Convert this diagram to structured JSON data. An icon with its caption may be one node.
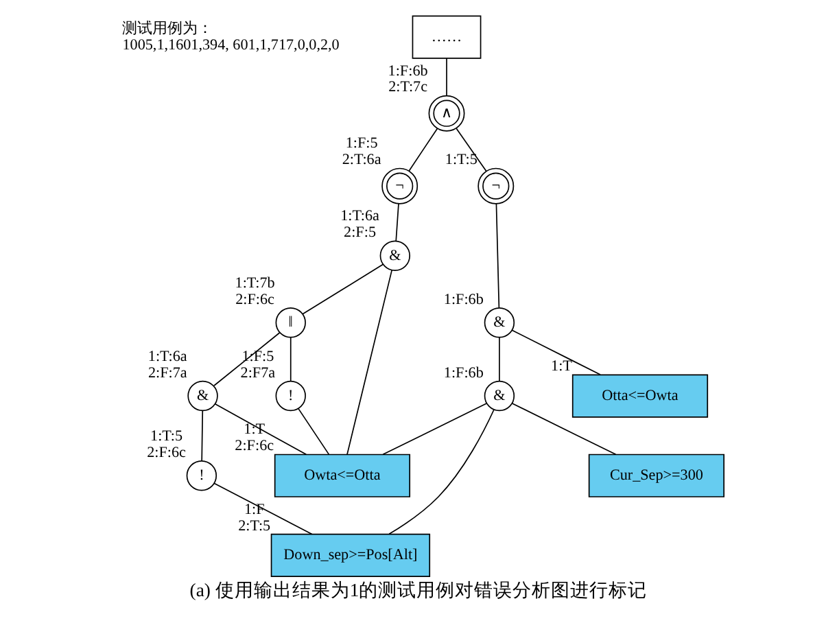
{
  "diagram": {
    "caption": "(a) 使用输出结果为1的测试用例对错误分析图进行标记",
    "nodes": [
      {
        "text": [
          "……"
        ]
      },
      {
        "text": [
          "∧"
        ],
        "beside": [
          "1:F:6b",
          "2:T:7c"
        ]
      },
      {
        "text": [
          "¬"
        ],
        "beside": [
          "1:F:5",
          "2:T:6a"
        ]
      },
      {
        "text": [
          "¬"
        ],
        "beside": [
          "1:T:5"
        ]
      },
      {
        "text": [
          "&"
        ],
        "beside": [
          "1:T:6a",
          "2:F:5"
        ]
      },
      {
        "text": [
          "‖"
        ],
        "beside": [
          "1:T:7b",
          "2:F:6c"
        ]
      },
      {
        "text": [
          "&"
        ],
        "beside": [
          "1:F:6b"
        ]
      },
      {
        "text": [
          "&"
        ],
        "beside": [
          "1:T:6a",
          "2:F:7a"
        ]
      },
      {
        "text": [
          "!"
        ],
        "beside": [
          "1:F:5",
          "2:F7a"
        ]
      },
      {
        "text": [
          "&"
        ],
        "beside": [
          "1:F:6b"
        ]
      },
      {
        "text": [
          "Otta<=Owta"
        ],
        "beside": [
          "1:T"
        ]
      },
      {
        "text": [
          "!"
        ],
        "beside": [
          "1:T:5",
          "2:F:6c"
        ]
      },
      {
        "text": [
          "Owta<=Otta"
        ],
        "beside": [
          "1:T",
          "2:F:6c"
        ]
      },
      {
        "text": [
          "Down_sep>=Pos[Alt]"
        ],
        "beside": [
          "1:F",
          "2:T:5"
        ]
      },
      {
        "text": [
          "Cur_Sep>=300"
        ]
      }
    ],
    "edges": [
      {
        "from": 0,
        "to": 1,
        "arrow": "none"
      },
      {
        "from": 1,
        "to": 2,
        "arrow": "none"
      },
      {
        "from": 1,
        "to": 3,
        "arrow": "none"
      },
      {
        "from": 2,
        "to": 4,
        "arrow": "none"
      },
      {
        "from": 3,
        "to": 6,
        "arrow": "none"
      },
      {
        "from": 4,
        "to": 5,
        "arrow": "none"
      },
      {
        "from": 4,
        "to": 12,
        "arrow": "none"
      },
      {
        "from": 5,
        "to": 7,
        "arrow": "none"
      },
      {
        "from": 5,
        "to": 8,
        "arrow": "none"
      },
      {
        "from": 6,
        "to": 9,
        "arrow": "none"
      },
      {
        "from": 6,
        "to": 10,
        "arrow": "none"
      },
      {
        "from": 7,
        "to": 11,
        "arrow": "none"
      },
      {
        "from": 7,
        "to": 12,
        "arrow": "none"
      },
      {
        "from": 8,
        "to": 12,
        "arrow": "none"
      },
      {
        "from": 9,
        "to": 12,
        "arrow": "none"
      },
      {
        "from": 9,
        "to": 13,
        "arrow": "none"
      },
      {
        "from": 9,
        "to": 14,
        "arrow": "none"
      },
      {
        "from": 11,
        "to": 13,
        "arrow": "none"
      }
    ],
    "labels": [
      "测试用例为：",
      "1005,1,1601,394, 601,1,717,0,0,2,0"
    ]
  }
}
